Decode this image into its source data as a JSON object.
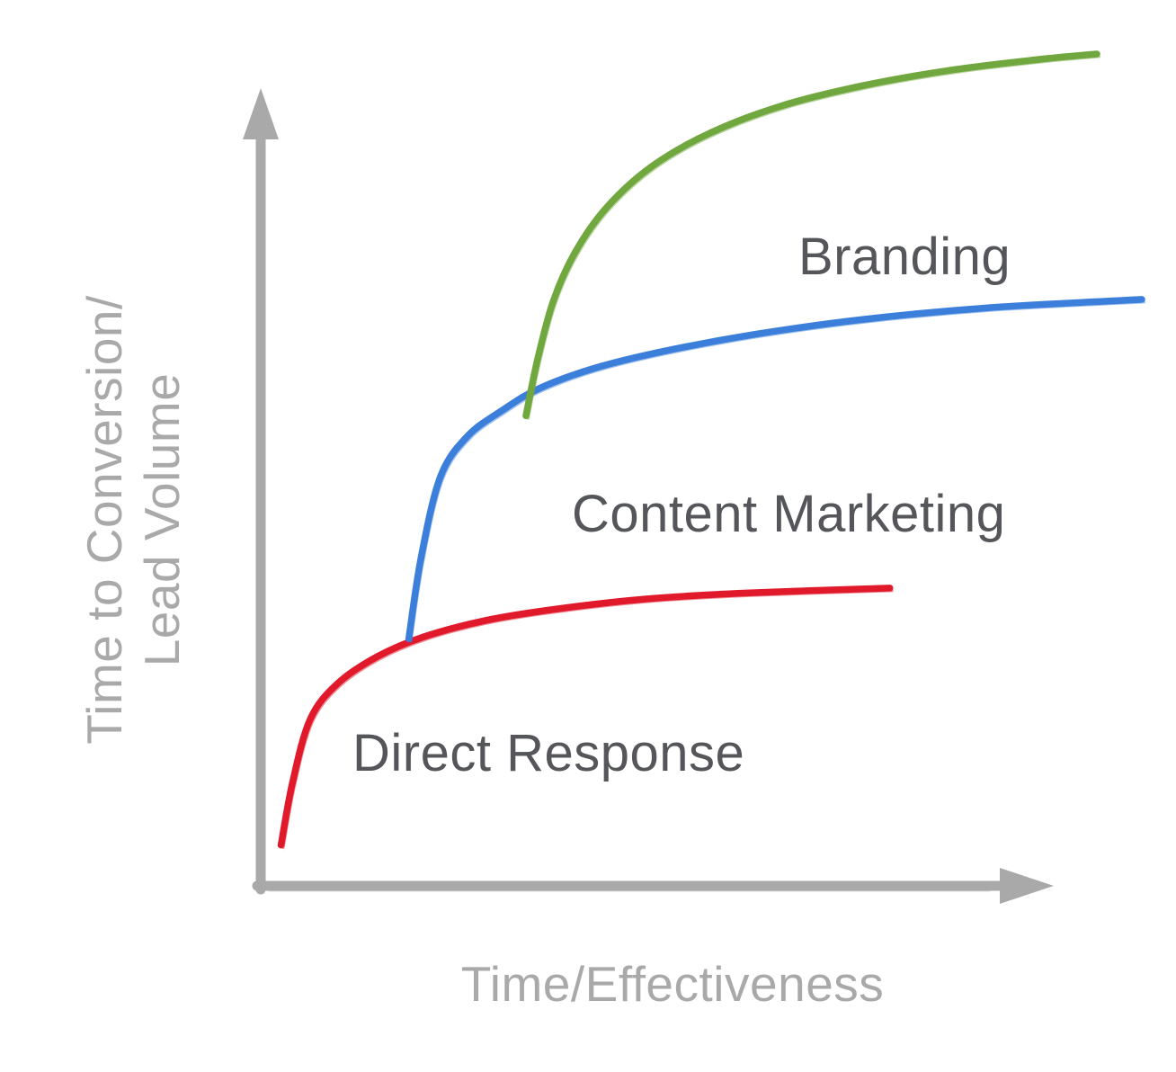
{
  "chart_data": {
    "type": "line",
    "title": "",
    "subtitle": "",
    "xlabel": "Time/Effectiveness",
    "ylabel": "Time to Conversion/ Lead Volume",
    "ylabel_lines": [
      "Time to Conversion/",
      "Lead Volume"
    ],
    "style": "hand-drawn sketch, no ticks, no grid, conceptual axes with arrowheads",
    "axes": {
      "x_range": [
        0,
        100
      ],
      "y_range": [
        0,
        100
      ],
      "grid": false,
      "ticks": "none",
      "color": "#a9a9a9"
    },
    "legend": "inline labels next to curves",
    "label_color": "#55565a",
    "axis_label_color": "#a9a9a9",
    "series": [
      {
        "name": "Direct Response",
        "color": "#e0192b",
        "x": [
          2.3,
          3.6,
          5.6,
          8.7,
          13.3,
          18.4,
          25.5,
          33.7,
          43.9,
          55.1,
          71.4
        ],
        "y": [
          4.9,
          12.4,
          20.0,
          24.3,
          27.6,
          29.9,
          31.9,
          33.3,
          34.5,
          35.2,
          35.8
        ]
      },
      {
        "name": "Content Marketing",
        "color": "#3c7fdb",
        "x": [
          16.8,
          18.2,
          20.4,
          23.5,
          27.6,
          31.6,
          37.8,
          45.9,
          56.1,
          68.4,
          82.7,
          100.0
        ],
        "y": [
          29.7,
          39.5,
          49.2,
          54.1,
          57.3,
          59.8,
          62.2,
          64.3,
          66.3,
          68.1,
          69.5,
          70.5
        ]
      },
      {
        "name": "Branding",
        "color": "#70a73e",
        "x": [
          30.1,
          31.4,
          33.2,
          35.7,
          39.3,
          44.4,
          51.0,
          59.2,
          68.4,
          78.6,
          88.8,
          94.9
        ],
        "y": [
          56.5,
          63.2,
          70.3,
          76.2,
          81.6,
          86.5,
          90.5,
          93.8,
          96.2,
          98.1,
          99.4,
          100.0
        ]
      }
    ]
  }
}
